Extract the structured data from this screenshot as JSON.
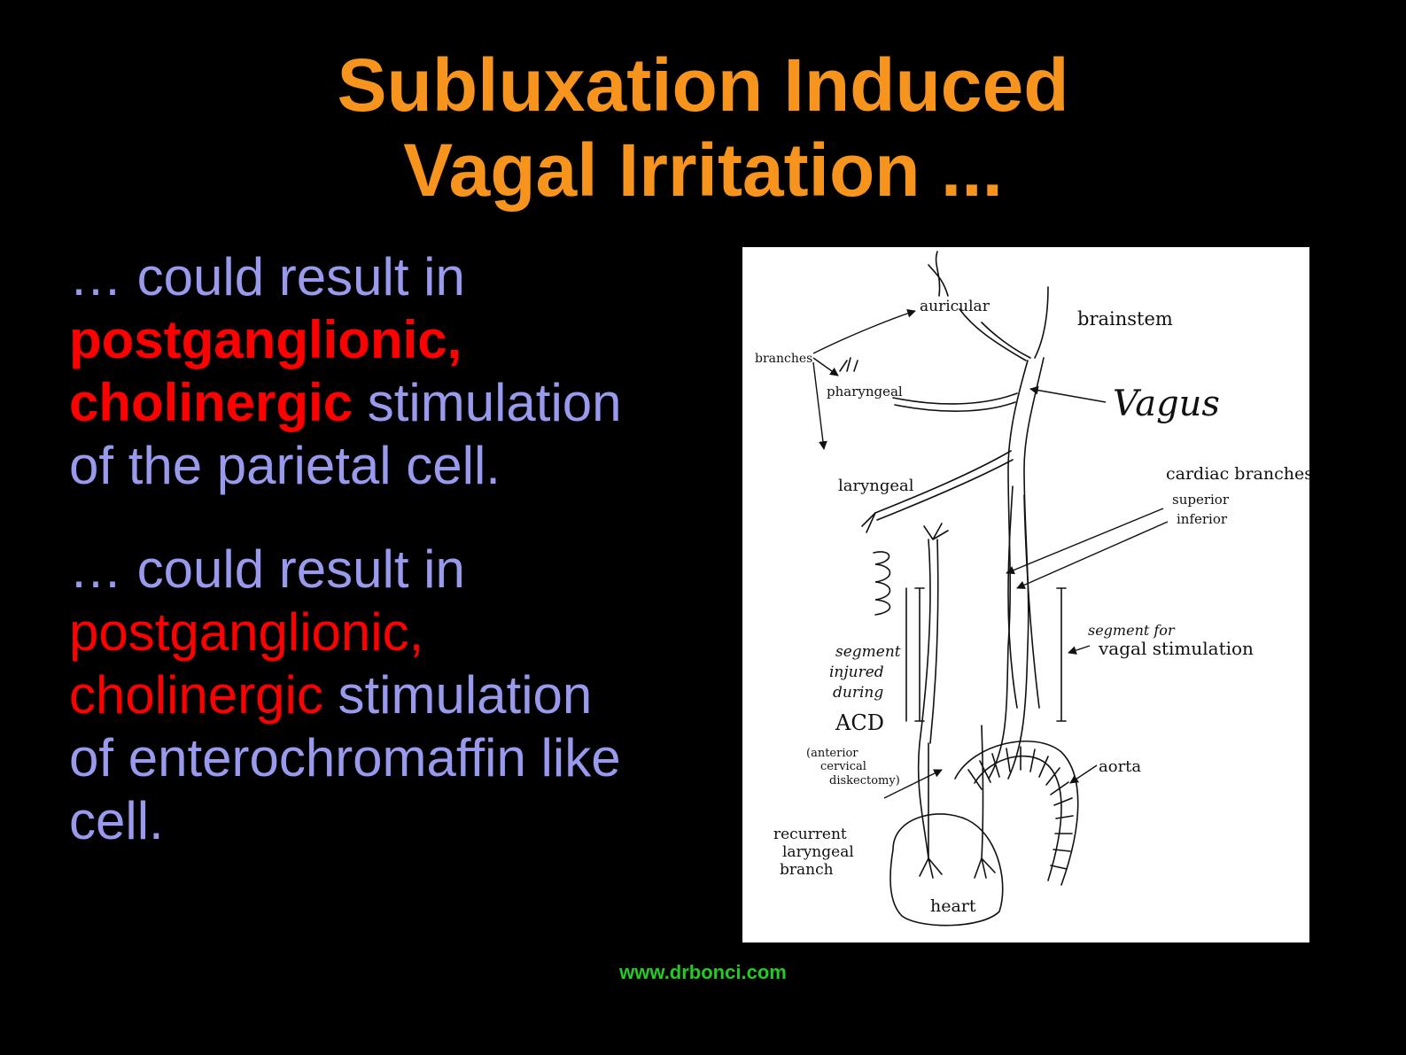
{
  "slide": {
    "title_line1": "Subluxation Induced",
    "title_line2": "Vagal Irritation ...",
    "para1": {
      "line1": "… could result in",
      "line2": "postganglionic,",
      "line3_red": "cholinergic",
      "line3_blue": " stimulation",
      "line4": "of the parietal cell."
    },
    "para2": {
      "line1": "… could result in",
      "line2": "postganglionic,",
      "line3_red": "cholinergic",
      "line3_blue": "  stimulation",
      "line4": "of enterochromaffin like",
      "line5": "cell."
    },
    "footer": "www.drbonci.com",
    "colors": {
      "background": "#000000",
      "title": "#F7941D",
      "text_blue": "#9999EE",
      "text_red": "#FF0000",
      "footer": "#22CC22"
    }
  },
  "diagram": {
    "labels": {
      "auricular": "auricular",
      "brainstem": "brainstem",
      "branches": "branches",
      "pharyngeal": "pharyngeal",
      "vagus": "Vagus",
      "laryngeal": "laryngeal",
      "cardiac_branches": "cardiac branches",
      "superior": "superior",
      "inferior": "inferior",
      "segment_injured_1": "segment",
      "segment_injured_2": "injured",
      "segment_injured_3": "during",
      "segment_injured_4": "ACD",
      "acd_paren_1": "(anterior",
      "acd_paren_2": "cervical",
      "acd_paren_3": "diskectomy)",
      "segment_for": "segment for",
      "vagal_stimulation": "vagal stimulation",
      "aorta": "aorta",
      "recurrent_1": "recurrent",
      "recurrent_2": "laryngeal",
      "recurrent_3": "branch",
      "heart": "heart"
    }
  }
}
